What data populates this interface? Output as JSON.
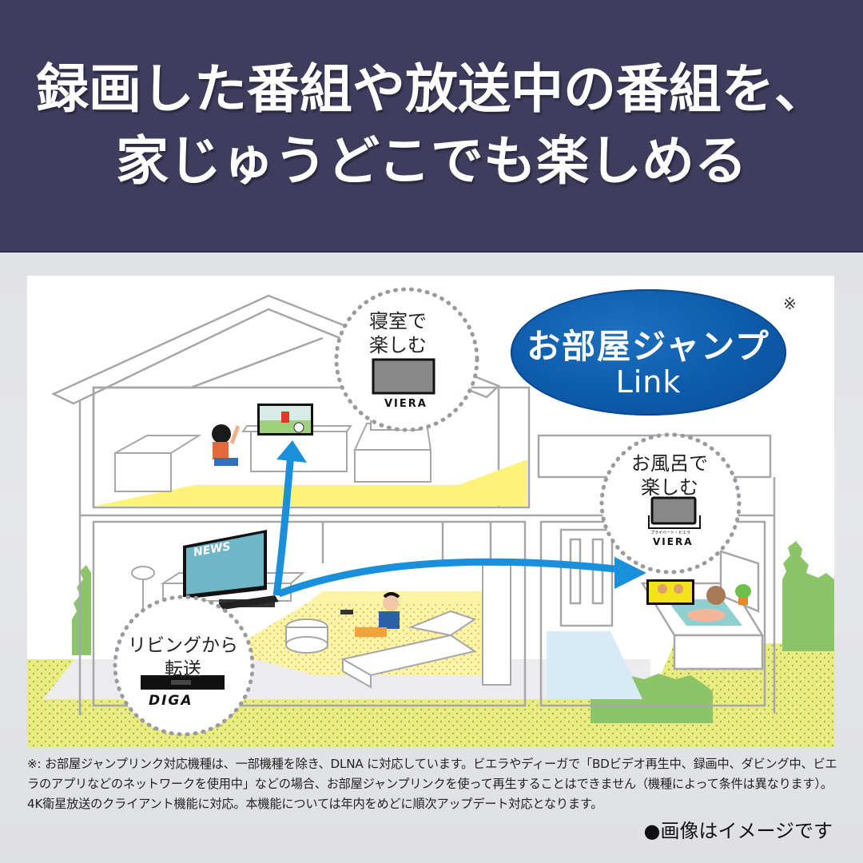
{
  "header": {
    "headline_line1": "録画した番組や放送中の番組を、",
    "headline_line2": "家じゅうどこでも楽しめる",
    "background_color": "#3f3d5e"
  },
  "logo": {
    "main": "お部屋ジャンプ",
    "sub": "Link",
    "asterisk": "※",
    "color": "#0d5bab"
  },
  "bubbles": {
    "bedroom": {
      "line1": "寝室で",
      "line2": "楽しむ",
      "brand": "VIERA"
    },
    "bath": {
      "line1": "お風呂で",
      "line2": "楽しむ",
      "brand_small": "プライベート・ビエラ",
      "brand": "VIERA"
    },
    "living": {
      "line1": "リビングから",
      "line2": "転送",
      "brand": "DIGA"
    }
  },
  "scene": {
    "living_tv_text": "NEWS",
    "arrow_color": "#1a8fdc",
    "floor_yellow": "#fff27a",
    "grass_color": "#e6ea7a",
    "tree_color": "#8cc46a",
    "bath_water": "#8fcfcf"
  },
  "footnote": {
    "text": "※: お部屋ジャンプリンク対応機種は、一部機種を除き、DLNA に対応しています。ビエラやディーガで「BDビデオ再生中、録画中、ダビング中、ビエラのアプリなどのネットワークを使用中」などの場合、お部屋ジャンプリンクを使って再生することはできません（機種によって条件は異なります）。4K衛星放送のクライアント機能に対応。本機能については年内をめどに順次アップデート対応となります。"
  },
  "image_note": "●画像はイメージです"
}
